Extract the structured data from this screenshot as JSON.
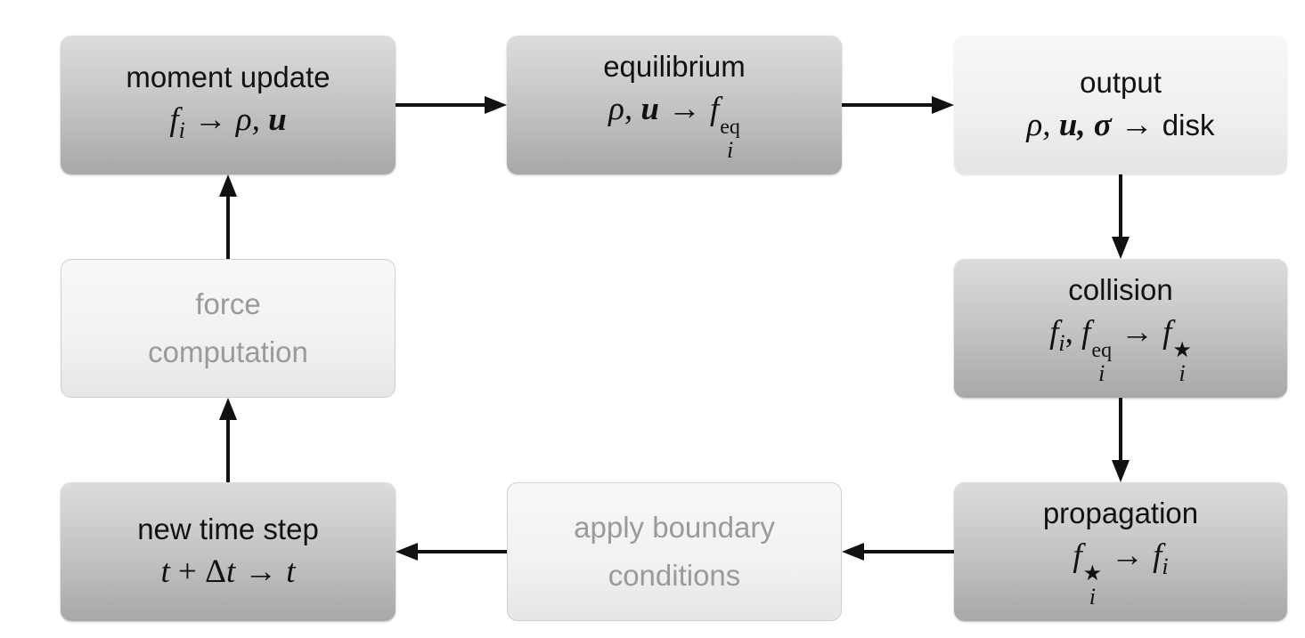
{
  "nodes": {
    "moment_update": {
      "title": "moment update",
      "formula_lhs": "f",
      "formula_lhs_sub": "i",
      "arrow": "→",
      "formula_rhs_rho": "ρ,",
      "formula_rhs_u": "u"
    },
    "equilibrium": {
      "title": "equilibrium",
      "formula_lhs_rho": "ρ,",
      "formula_lhs_u": "u",
      "arrow": "→",
      "formula_rhs": "f",
      "formula_rhs_sup": "eq",
      "formula_rhs_sub": "i"
    },
    "output": {
      "title": "output",
      "formula_rho": "ρ,",
      "formula_u": "u,",
      "formula_sigma": "σ",
      "arrow": "→",
      "formula_target": "disk"
    },
    "collision": {
      "title": "collision",
      "f1": "f",
      "f1_sub": "i",
      "comma": ",",
      "f2": "f",
      "f2_sup": "eq",
      "f2_sub": "i",
      "arrow": "→",
      "f3": "f",
      "f3_sup": "★",
      "f3_sub": "i"
    },
    "propagation": {
      "title": "propagation",
      "f1": "f",
      "f1_sup": "★",
      "f1_sub": "i",
      "arrow": "→",
      "f2": "f",
      "f2_sub": "i"
    },
    "apply_boundary": {
      "line1": "apply boundary",
      "line2": "conditions"
    },
    "new_time_step": {
      "title": "new time step",
      "t1": "t",
      "plus": "+",
      "delta": "Δ",
      "t2": "t",
      "arrow": "→",
      "t3": "t"
    },
    "force_computation": {
      "line1": "force",
      "line2": "computation"
    }
  }
}
